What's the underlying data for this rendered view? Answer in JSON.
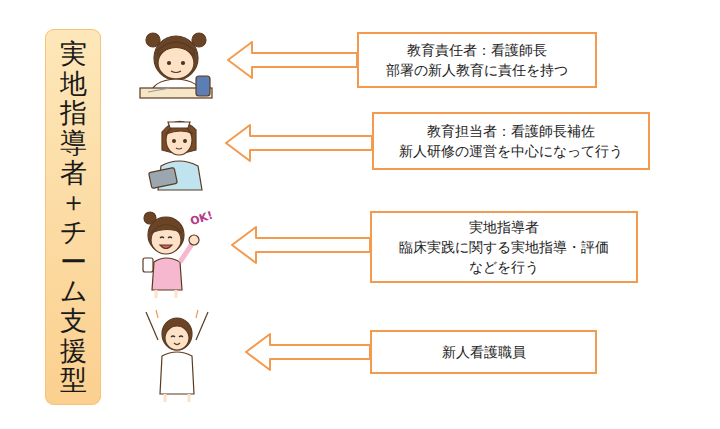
{
  "diagram": {
    "nodes": [
      {
        "text": [
          "実地指導者＋チーム支援型"
        ]
      },
      {
        "text": [
          "教育責任者：看護師長",
          "部署の新人教育に責任を持つ"
        ]
      },
      {
        "text": [
          "教育担当者：看護師長補佐",
          "新人研修の運営を中心になって行う"
        ]
      },
      {
        "text": [
          "実地指導者",
          "臨床実践に関する実地指導・評価 などを行う"
        ]
      },
      {
        "text": [
          "新人看護職員"
        ]
      }
    ],
    "labels": [
      "OK!"
    ]
  }
}
